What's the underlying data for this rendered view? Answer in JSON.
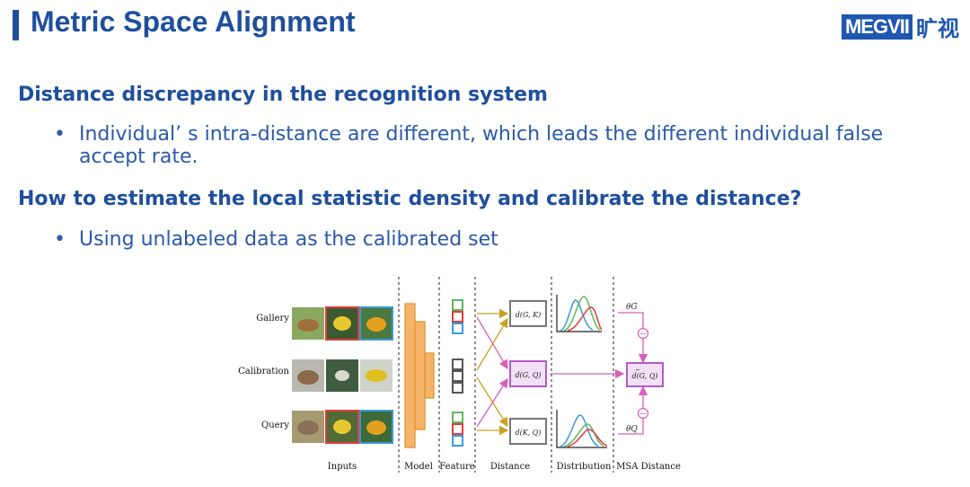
{
  "header": {
    "title": "Metric Space Alignment"
  },
  "logo": {
    "brand": "MEGVII",
    "cn": "旷视"
  },
  "sections": [
    {
      "heading": "Distance discrepancy in the recognition system",
      "bullet_line1": "Individual’ s intra-distance are different, which leads the different individual false",
      "bullet_line2": "accept rate."
    },
    {
      "heading": "How to estimate the local statistic density and calibrate the distance?",
      "bullet_line1": "Using unlabeled data as the calibrated set"
    }
  ],
  "bullet_char": "•",
  "diagram": {
    "rows": [
      "Gallery",
      "Calibration",
      "Query"
    ],
    "columns": [
      "Inputs",
      "Model",
      "Feature",
      "Distance",
      "Distribution",
      "MSA Distance"
    ],
    "distances": [
      "d(G, K)",
      "d(G, Q)",
      "d(K, Q)"
    ],
    "msa_box": "d(G, Q)",
    "msa_tilde": "~",
    "theta_g": "θG",
    "theta_q": "θQ",
    "minus": "−",
    "colors": {
      "green": "#5cb85c",
      "red": "#e03c3c",
      "blue": "#3a9ad9",
      "orange": "#f0a24a",
      "purple": "#b25bc8",
      "gold": "#c9a020",
      "pink": "#d860b8"
    }
  }
}
